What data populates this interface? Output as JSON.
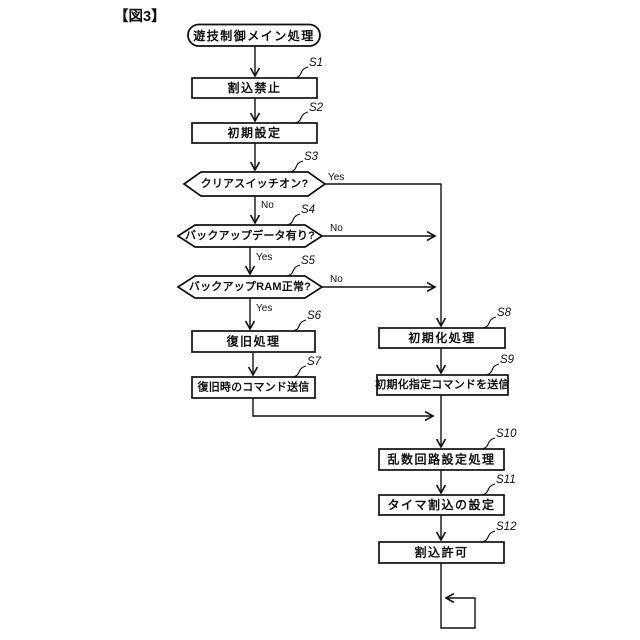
{
  "figure": {
    "label": "【図3】"
  },
  "flowchart": {
    "start_label": "遊技制御メイン処理",
    "yes_label": "Yes",
    "no_label": "No",
    "colors": {
      "stroke": "#111111",
      "fill": "#ffffff",
      "background": "#ffffff"
    },
    "steps": [
      {
        "id": "S1",
        "type": "process",
        "label": "割込禁止"
      },
      {
        "id": "S2",
        "type": "process",
        "label": "初期設定"
      },
      {
        "id": "S3",
        "type": "decision",
        "label": "クリアスイッチオン?"
      },
      {
        "id": "S4",
        "type": "decision",
        "label": "バックアップデータ有り?"
      },
      {
        "id": "S5",
        "type": "decision",
        "label": "バックアップRAM正常?"
      },
      {
        "id": "S6",
        "type": "process",
        "label": "復旧処理"
      },
      {
        "id": "S7",
        "type": "process",
        "label": "復旧時のコマンド送信"
      },
      {
        "id": "S8",
        "type": "process",
        "label": "初期化処理"
      },
      {
        "id": "S9",
        "type": "process",
        "label": "初期化指定コマンドを送信"
      },
      {
        "id": "S10",
        "type": "process",
        "label": "乱数回路設定処理"
      },
      {
        "id": "S11",
        "type": "process",
        "label": "タイマ割込の設定"
      },
      {
        "id": "S12",
        "type": "process",
        "label": "割込許可"
      }
    ]
  }
}
